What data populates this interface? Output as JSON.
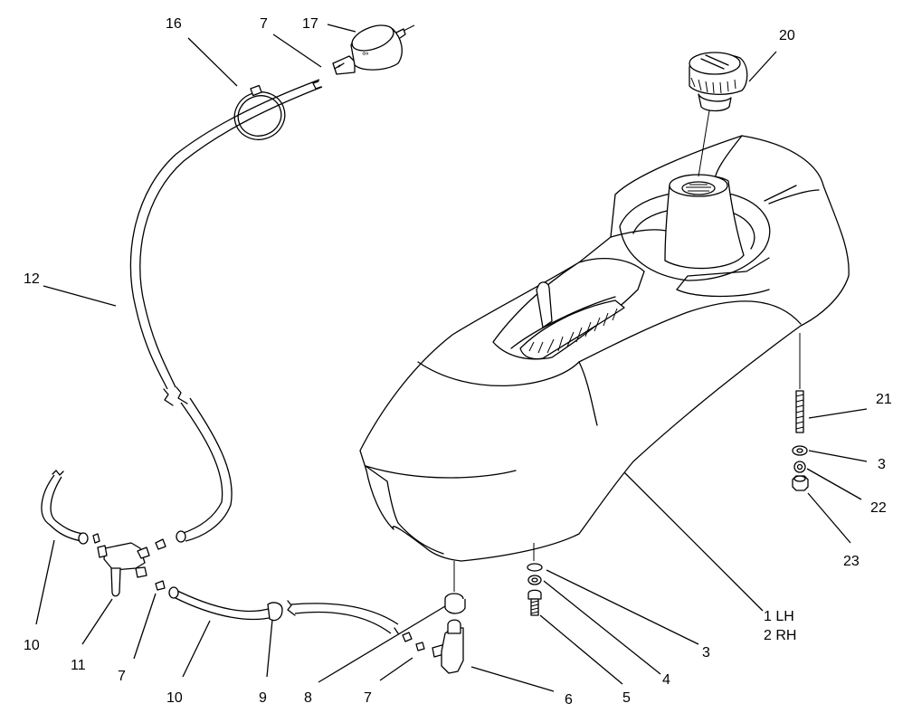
{
  "callouts": [
    {
      "id": "c16",
      "label": "16"
    },
    {
      "id": "c7a",
      "label": "7"
    },
    {
      "id": "c17",
      "label": "17"
    },
    {
      "id": "c20",
      "label": "20"
    },
    {
      "id": "c12",
      "label": "12"
    },
    {
      "id": "c21",
      "label": "21"
    },
    {
      "id": "c3a",
      "label": "3"
    },
    {
      "id": "c22",
      "label": "22"
    },
    {
      "id": "c23",
      "label": "23"
    },
    {
      "id": "c1",
      "label": "1 LH"
    },
    {
      "id": "c2",
      "label": "2 RH"
    },
    {
      "id": "c10a",
      "label": "10"
    },
    {
      "id": "c11",
      "label": "11"
    },
    {
      "id": "c7b",
      "label": "7"
    },
    {
      "id": "c10b",
      "label": "10"
    },
    {
      "id": "c9",
      "label": "9"
    },
    {
      "id": "c8",
      "label": "8"
    },
    {
      "id": "c7c",
      "label": "7"
    },
    {
      "id": "c6",
      "label": "6"
    },
    {
      "id": "c5",
      "label": "5"
    },
    {
      "id": "c4",
      "label": "4"
    },
    {
      "id": "c3b",
      "label": "3"
    }
  ]
}
